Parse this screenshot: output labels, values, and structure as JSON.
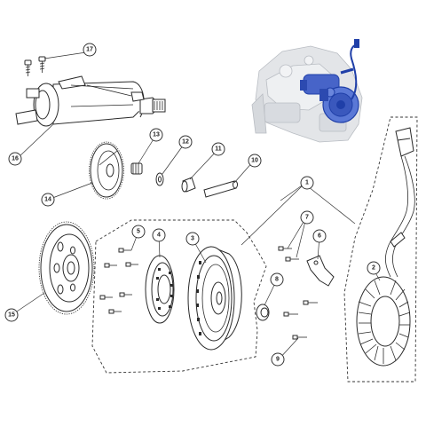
{
  "callouts": [
    {
      "id": "c1",
      "label": "1"
    },
    {
      "id": "c2",
      "label": "2"
    },
    {
      "id": "c3",
      "label": "3"
    },
    {
      "id": "c4",
      "label": "4"
    },
    {
      "id": "c5",
      "label": "5"
    },
    {
      "id": "c6",
      "label": "6"
    },
    {
      "id": "c7",
      "label": "7"
    },
    {
      "id": "c8",
      "label": "8"
    },
    {
      "id": "c9",
      "label": "9"
    },
    {
      "id": "c10",
      "label": "10"
    },
    {
      "id": "c11",
      "label": "11"
    },
    {
      "id": "c12",
      "label": "12"
    },
    {
      "id": "c13",
      "label": "13"
    },
    {
      "id": "c14",
      "label": "14"
    },
    {
      "id": "c15",
      "label": "15"
    },
    {
      "id": "c16",
      "label": "16"
    },
    {
      "id": "c17",
      "label": "17"
    }
  ],
  "colors": {
    "line": "#2a2a2a",
    "highlight": "#1f3fa8",
    "engine_ghost": "#c9ccd1"
  }
}
